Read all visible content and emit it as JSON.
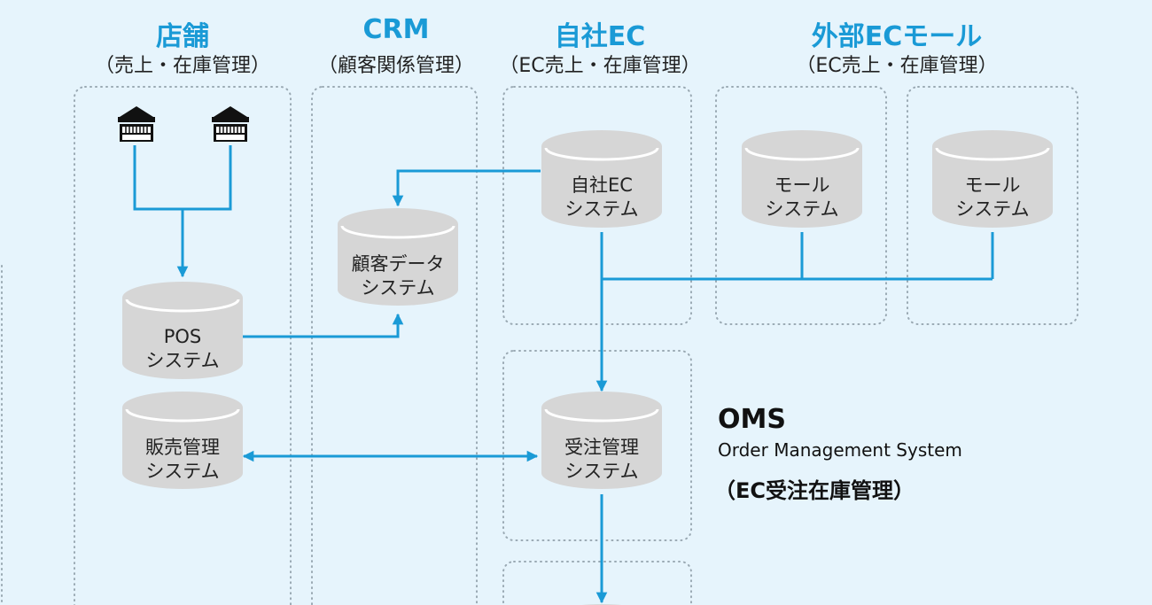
{
  "columns": [
    {
      "title": "店舗",
      "subtitle": "（売上・在庫管理）"
    },
    {
      "title": "CRM",
      "subtitle": "（顧客関係管理）"
    },
    {
      "title": "自社EC",
      "subtitle": "（EC売上・在庫管理）"
    },
    {
      "title": "外部ECモール",
      "subtitle": "（EC売上・在庫管理）"
    }
  ],
  "systems": {
    "own_ec": {
      "line1": "自社EC",
      "line2": "システム"
    },
    "mall_1": {
      "line1": "モール",
      "line2": "システム"
    },
    "mall_2": {
      "line1": "モール",
      "line2": "システム"
    },
    "customer_data": {
      "line1": "顧客データ",
      "line2": "システム"
    },
    "pos": {
      "line1": "POS",
      "line2": "システム"
    },
    "sales_mgmt": {
      "line1": "販売管理",
      "line2": "システム"
    },
    "order_mgmt": {
      "line1": "受注管理",
      "line2": "システム"
    }
  },
  "oms": {
    "title": "OMS",
    "subtitle": "Order Management System",
    "jp": "（EC受注在庫管理）"
  },
  "icons": [
    "store-icon",
    "store-icon"
  ],
  "colors": {
    "accent": "#1a9ad6",
    "background": "#e6f4fc",
    "cylinder": "#d6d6d6",
    "dotted": "#9aa9b3"
  }
}
